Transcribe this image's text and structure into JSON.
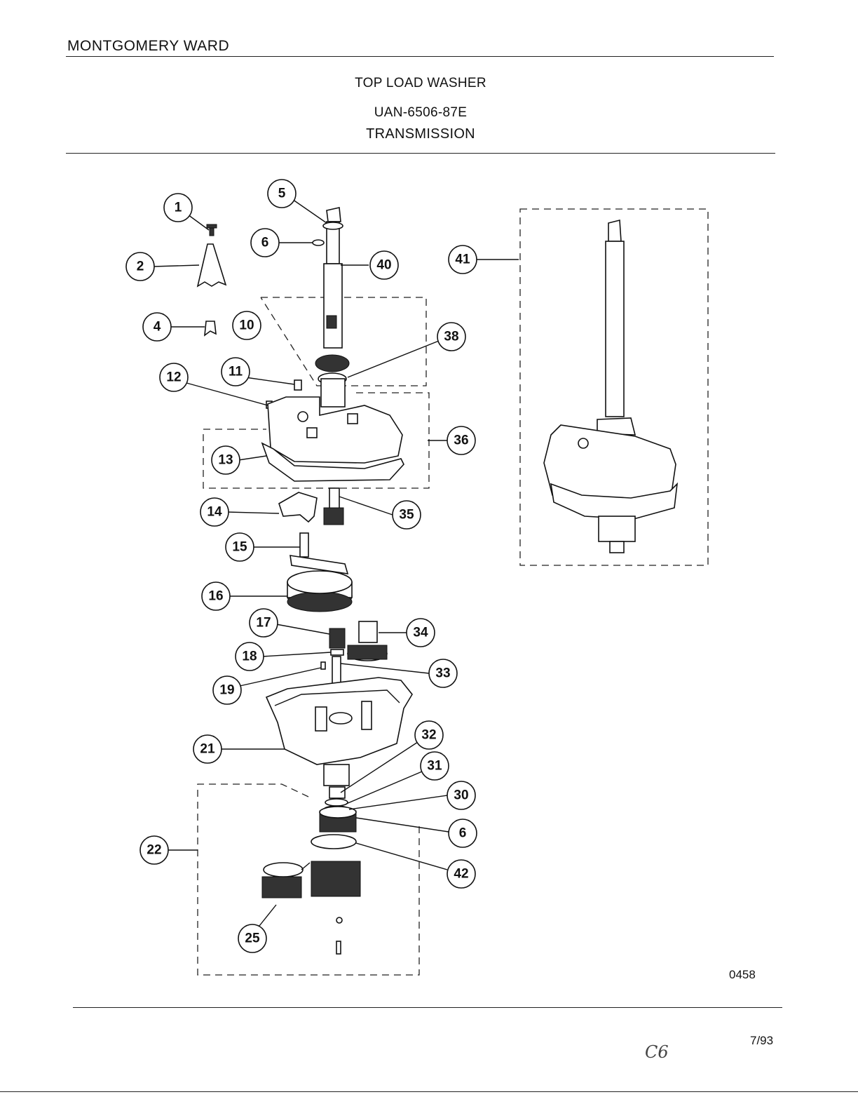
{
  "header": {
    "brand": "MONTGOMERY WARD",
    "product": "TOP LOAD WASHER",
    "model": "UAN-6506-87E",
    "section": "TRANSMISSION"
  },
  "footer": {
    "diagram_code": "0458",
    "date": "7/93",
    "handwritten_note": "C6"
  },
  "callouts": {
    "p1": "1",
    "p2": "2",
    "p4": "4",
    "p5": "5",
    "p6a": "6",
    "p10": "10",
    "p11": "11",
    "p12": "12",
    "p13": "13",
    "p14": "14",
    "p15": "15",
    "p16": "16",
    "p17": "17",
    "p18": "18",
    "p19": "19",
    "p21": "21",
    "p22": "22",
    "p25": "25",
    "p30": "30",
    "p31": "31",
    "p32": "32",
    "p33": "33",
    "p34": "34",
    "p35": "35",
    "p36": "36",
    "p38": "38",
    "p40": "40",
    "p41": "41",
    "p42": "42",
    "p6b": "6"
  }
}
